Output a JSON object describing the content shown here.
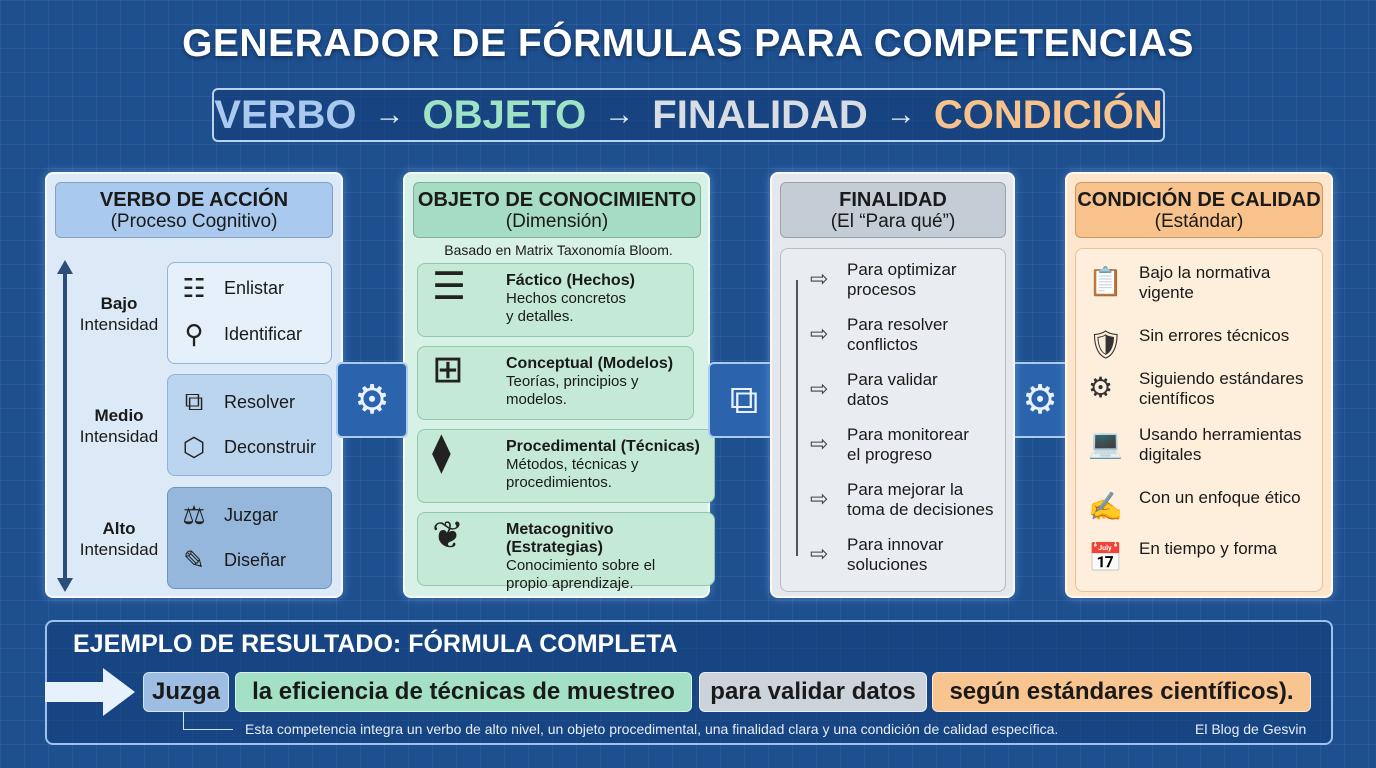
{
  "title": "GENERADOR DE FÓRMULAS PARA COMPETENCIAS",
  "formula": {
    "parts": [
      "VERBO",
      "OBJETO",
      "FINALIDAD",
      "CONDICIÓN"
    ],
    "arrow": "→",
    "colors": [
      "#a9c9ee",
      "#9fe3c6",
      "#d8dde4",
      "#f7c28c"
    ]
  },
  "verbo": {
    "title": "VERBO DE ACCIÓN",
    "subtitle": "(Proceso Cognitivo)",
    "levels": [
      {
        "name": "Bajo",
        "label": "Intensidad",
        "verbs": [
          "Enlistar",
          "Identificar"
        ]
      },
      {
        "name": "Medio",
        "label": "Intensidad",
        "verbs": [
          "Resolver",
          "Deconstruir"
        ]
      },
      {
        "name": "Alto",
        "label": "Intensidad",
        "verbs": [
          "Juzgar",
          "Diseñar"
        ]
      }
    ]
  },
  "objeto": {
    "title": "OBJETO DE CONOCIMIENTO",
    "subtitle": "(Dimensión)",
    "note": "Basado en Matrix Taxonomía Bloom.",
    "cards": [
      {
        "title": "Fáctico (Hechos)",
        "l1": "Hechos concretos",
        "l2": "y detalles."
      },
      {
        "title": "Conceptual (Modelos)",
        "l1": "Teorías, principios y",
        "l2": "modelos."
      },
      {
        "title": "Procedimental (Técnicas)",
        "l1": "Métodos, técnicas y",
        "l2": "procedimientos."
      },
      {
        "title": "Metacognitivo (Estrategias)",
        "l1": "Conocimiento sobre el",
        "l2": "propio aprendizaje."
      }
    ]
  },
  "finalidad": {
    "title": "FINALIDAD",
    "subtitle": "(El “Para qué”)",
    "items": [
      [
        "Para optimizar",
        "procesos"
      ],
      [
        "Para resolver",
        "conflictos"
      ],
      [
        "Para validar",
        "datos"
      ],
      [
        "Para monitorear",
        "el progreso"
      ],
      [
        "Para mejorar la",
        "toma de decisiones"
      ],
      [
        "Para innovar",
        "soluciones"
      ]
    ]
  },
  "condicion": {
    "title": "CONDICIÓN DE CALIDAD",
    "subtitle": "(Estándar)",
    "items": [
      [
        "Bajo la normativa",
        "vigente"
      ],
      [
        "Sin errores técnicos",
        ""
      ],
      [
        "Siguiendo estándares",
        "científicos"
      ],
      [
        "Usando herramientas",
        "digitales"
      ],
      [
        "Con un enfoque ético",
        ""
      ],
      [
        "En tiempo y forma",
        ""
      ]
    ]
  },
  "ejemplo": {
    "title": "EJEMPLO DE RESULTADO: FÓRMULA COMPLETA",
    "parts": [
      "Juzga",
      "la eficiencia de técnicas de muestreo",
      "para validar datos",
      "según estándares científicos)."
    ],
    "note": "Esta competencia integra un verbo de alto nivel, un objeto procedimental, una finalidad clara y una condición de calidad específica.",
    "credit": "El Blog de Gesvin"
  }
}
